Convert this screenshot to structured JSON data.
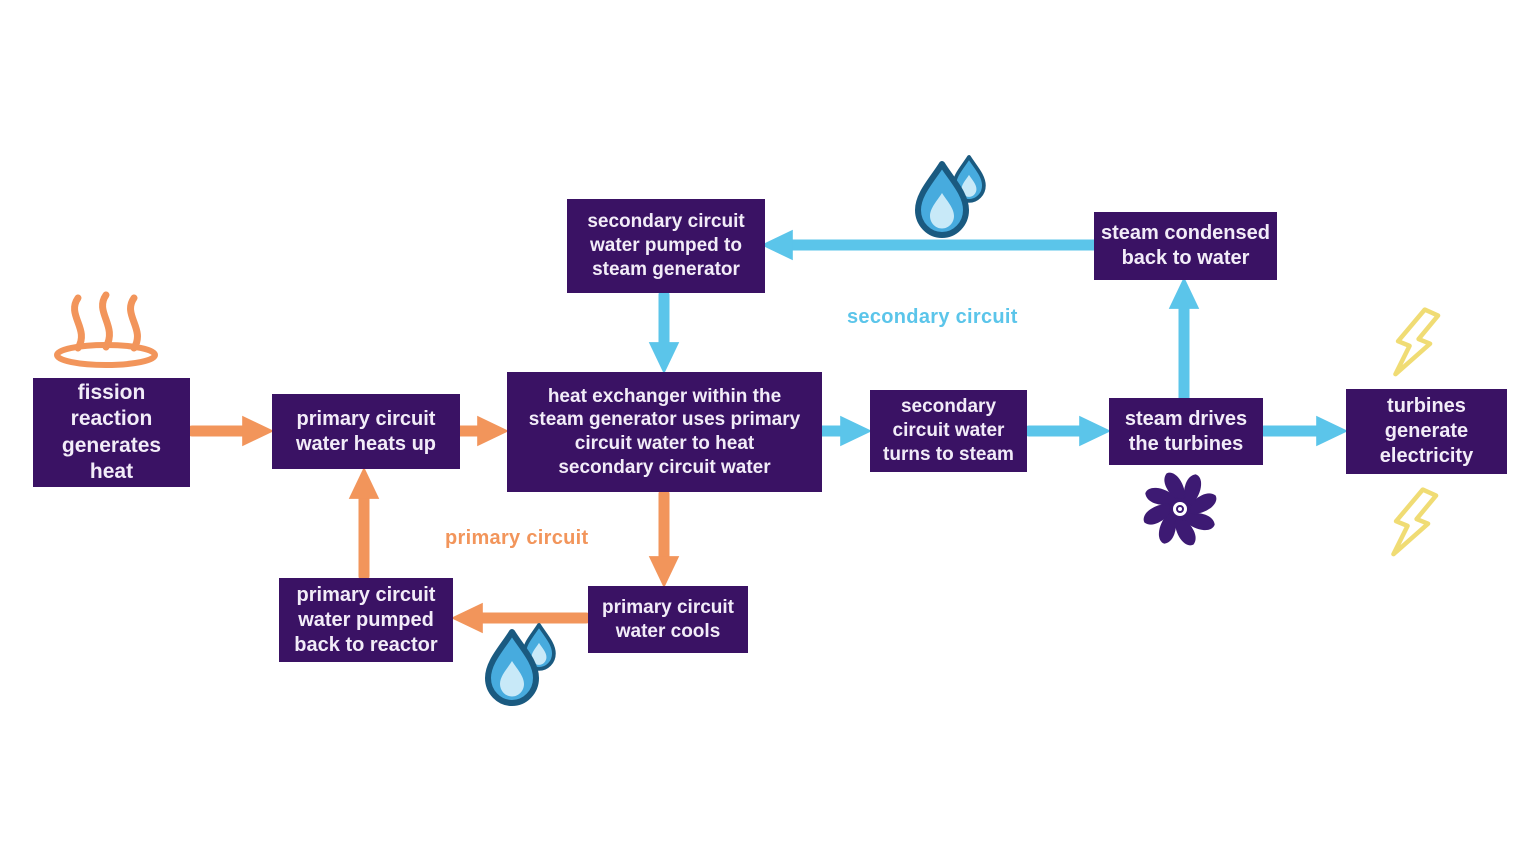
{
  "diagram": {
    "type": "flowchart",
    "nodes": {
      "fission": {
        "label": "fission\nreaction\ngenerates\nheat"
      },
      "primary_heats": {
        "label": "primary circuit\nwater heats up"
      },
      "heat_exchanger": {
        "label": "heat exchanger within the\nsteam generator uses primary\ncircuit water to heat\nsecondary circuit water"
      },
      "secondary_pumped": {
        "label": "secondary circuit\nwater pumped to\nsteam generator"
      },
      "steam_condensed": {
        "label": "steam condensed\nback to water"
      },
      "secondary_steam": {
        "label": "secondary\ncircuit water\nturns to steam"
      },
      "steam_drives": {
        "label": "steam drives\nthe turbines"
      },
      "turbines_generate": {
        "label": "turbines\ngenerate\nelectricity"
      },
      "primary_pumped": {
        "label": "primary circuit\nwater pumped\nback to reactor"
      },
      "primary_cools": {
        "label": "primary circuit\nwater cools"
      }
    },
    "labels": {
      "primary_circuit": "primary circuit",
      "secondary_circuit": "secondary circuit"
    },
    "edges": [
      {
        "from": "fission",
        "to": "primary_heats",
        "circuit": "primary"
      },
      {
        "from": "primary_heats",
        "to": "heat_exchanger",
        "circuit": "primary"
      },
      {
        "from": "heat_exchanger",
        "to": "secondary_steam",
        "circuit": "secondary"
      },
      {
        "from": "secondary_steam",
        "to": "steam_drives",
        "circuit": "secondary"
      },
      {
        "from": "steam_drives",
        "to": "turbines_generate",
        "circuit": "secondary"
      },
      {
        "from": "steam_drives",
        "to": "steam_condensed",
        "circuit": "secondary"
      },
      {
        "from": "steam_condensed",
        "to": "secondary_pumped",
        "circuit": "secondary"
      },
      {
        "from": "secondary_pumped",
        "to": "heat_exchanger",
        "circuit": "secondary"
      },
      {
        "from": "heat_exchanger",
        "to": "primary_cools",
        "circuit": "primary"
      },
      {
        "from": "primary_cools",
        "to": "primary_pumped",
        "circuit": "primary"
      },
      {
        "from": "primary_pumped",
        "to": "primary_heats",
        "circuit": "primary"
      }
    ],
    "icons": {
      "heat": "heat-steam-icon",
      "water_top": "water-droplets-icon",
      "water_bottom": "water-droplets-icon",
      "turbine": "turbine-fan-icon",
      "lightning_top": "lightning-bolt-icon",
      "lightning_bottom": "lightning-bolt-icon"
    },
    "colors": {
      "background": "#FFFFFF",
      "box_bg": "#3A1264",
      "box_text": "#F2ECF8",
      "primary_circuit": "#F2955B",
      "secondary_circuit": "#5BC5EA",
      "turbine_purple": "#3D1A73",
      "lightning_yellow": "#F0DC74",
      "droplet_outline": "#1A5A80",
      "droplet_fill": "#47ABDE",
      "droplet_highlight": "#C8E9F8"
    }
  }
}
